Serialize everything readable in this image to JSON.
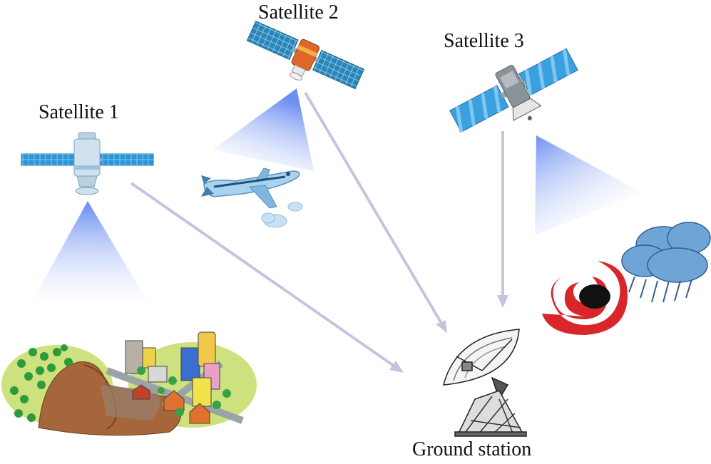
{
  "satellites": [
    {
      "id": "sat1",
      "label": "Satellite 1"
    },
    {
      "id": "sat2",
      "label": "Satellite 2"
    },
    {
      "id": "sat3",
      "label": "Satellite 3"
    }
  ],
  "ground_station": {
    "label": "Ground station"
  },
  "colors": {
    "arrow": "#c9c2de",
    "beam": "#6f8ff2",
    "panel_blue": "#2f8fd6",
    "panel_teal": "#2a86b8",
    "land_green": "#c9e07a",
    "landslide_brown": "#a5663a",
    "hurricane_red": "#d9262a",
    "cloud_blue": "#6fa4d6"
  }
}
